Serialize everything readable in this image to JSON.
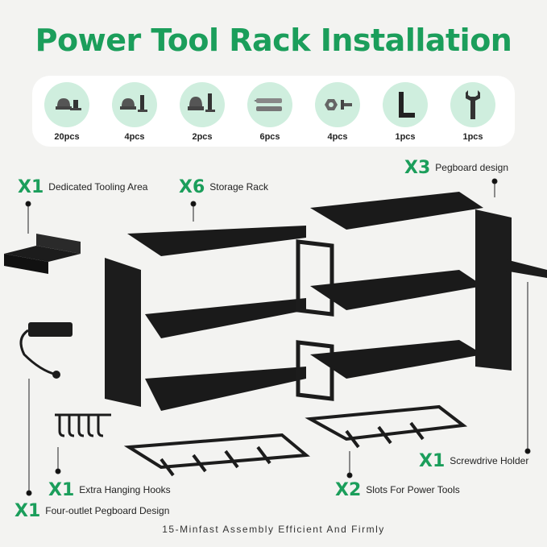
{
  "title": "Power Tool Rack Installation",
  "parts": [
    {
      "icon": "cap-screw-icon",
      "qty": "20pcs"
    },
    {
      "icon": "bolt-nut-icon",
      "qty": "4pcs"
    },
    {
      "icon": "nut-screw-icon",
      "qty": "2pcs"
    },
    {
      "icon": "wall-anchor-icon",
      "qty": "6pcs"
    },
    {
      "icon": "hex-nut-screw-icon",
      "qty": "4pcs"
    },
    {
      "icon": "hex-key-icon",
      "qty": "1pcs"
    },
    {
      "icon": "wrench-icon",
      "qty": "1pcs"
    }
  ],
  "callouts": {
    "tooling": {
      "count": "X1",
      "label": "Dedicated Tooling Area"
    },
    "storage": {
      "count": "X6",
      "label": "Storage Rack"
    },
    "pegboard": {
      "count": "X3",
      "label": "Pegboard design"
    },
    "screwdriver": {
      "count": "X1",
      "label": "Screwdrive Holder"
    },
    "hooks": {
      "count": "X1",
      "label": "Extra Hanging Hooks"
    },
    "slots": {
      "count": "X2",
      "label": "Slots For Power Tools"
    },
    "outlet": {
      "count": "X1",
      "label": "Four-outlet Pegboard Design"
    }
  },
  "footer": "15-Minfast Assembly Efficient And Firmly",
  "colors": {
    "accent": "#1b9e5b",
    "badge": "#cfeede",
    "metal": "#1c1c1c"
  }
}
